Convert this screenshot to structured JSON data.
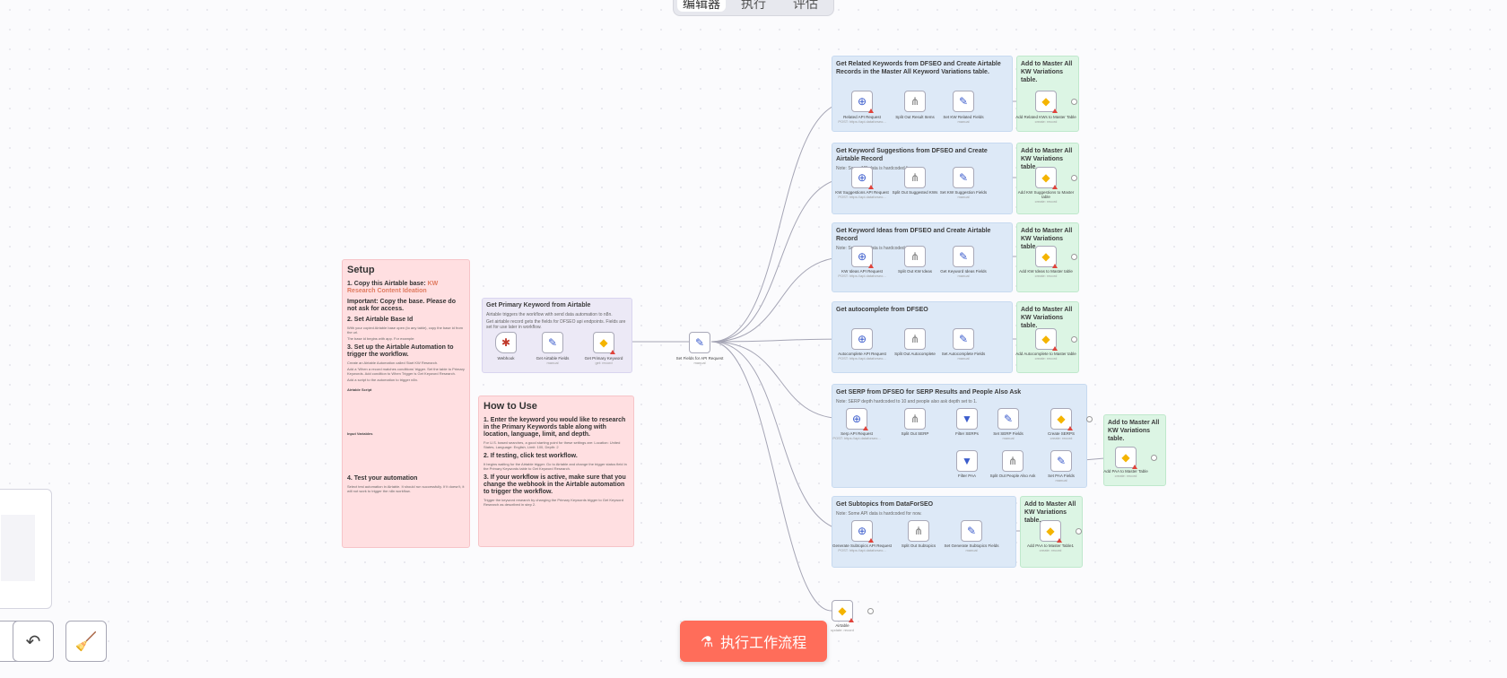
{
  "tabs": [
    {
      "label": "编辑器",
      "active": true
    },
    {
      "label": "执行",
      "active": false
    },
    {
      "label": "评估",
      "active": false
    }
  ],
  "setup_note": {
    "title": "Setup",
    "step1_prefix": "1. Copy this Airtable base:",
    "step1_link": "KW Research Content Ideation",
    "step1_important": "Important: Copy the base. Please do not ask for access.",
    "step2": "2. Set Airtable Base Id",
    "step2_body": "With your copied Airtable base open (to any table), copy the base id from the url.",
    "step2_body2": "The base id begins with app. For example:",
    "step3": "3. Set up the Airtable Automation to trigger the workflow.",
    "step3_body": "Create an Airtable Automation called Start KW Research.",
    "step3_body2": "Add a 'When a record matches conditions' trigger. Set the table to Primary Keywords. Add condition to When Trigger is Get Keyword Research.",
    "step3_body3": "Add a script to the automation to trigger n8n.",
    "script_label": "Airtable Script",
    "input_label": "Input Variables",
    "step4": "4. Test your automation",
    "step4_body": "Select test automation in Airtable. It should run successfully. If it doesn't, it will not work to trigger the n8n workflow."
  },
  "howto_note": {
    "title": "How to Use",
    "step1": "1. Enter the keyword you would like to research in the Primary Keywords table along with location, language, limit, and depth.",
    "step1_body": "For U.S. based searches, a good starting point for these settings are: Location: United States, Language: English, Limit: 100, Depth: 2",
    "step2": "2. If testing, click test workflow.",
    "step2_body": "It begins waiting for the Airtable trigger. Go to Airtable and change the trigger status field in the Primary Keywords table to Get Keyword Research.",
    "step3": "3. If your workflow is active, make sure that you change the webhook in the Airtable automation to trigger the workflow.",
    "step3_body": "Trigger the keyword research by changing the Primary Keywords trigger to Get Keyword Research as described in step 2."
  },
  "primary_group": {
    "title": "Get Primary Keyword from Airtable",
    "note": "Airtable triggers the workflow with send data automation to n8n.",
    "note2": "Get airtable record gets the fields for DFSEO api endpoints. Fields are set for use later in workflow.",
    "nodes": [
      {
        "label": "Webhook",
        "sub": ""
      },
      {
        "label": "Get Airtable Fields",
        "sub": "manual"
      },
      {
        "label": "Get Primary Keyword",
        "sub": "get: record"
      }
    ]
  },
  "set_fields_node": {
    "label": "Set Fields for API Request",
    "sub": "manual"
  },
  "groups": [
    {
      "title": "Get Related Keywords from DFSEO and Create Airtable Records in the Master All Keyword Variations table.",
      "note": "",
      "nodes": [
        {
          "label": "Related API Request",
          "sub": "POST: https://api.dataforseo..."
        },
        {
          "label": "Split Out Result Items",
          "sub": ""
        },
        {
          "label": "Set KW Related Fields",
          "sub": "manual"
        }
      ],
      "master": {
        "title": "Add to Master All KW Variations table.",
        "label": "Add Related KWs to Master Table",
        "sub": "create: record"
      }
    },
    {
      "title": "Get Keyword Suggestions from DFSEO and Create Airtable Record",
      "note": "Note: Some API data is hardcoded for now.",
      "nodes": [
        {
          "label": "KW Suggestions API Request",
          "sub": "POST: https://api.dataforseo..."
        },
        {
          "label": "Split Out Suggested KWs",
          "sub": ""
        },
        {
          "label": "Set KW Suggestion Fields",
          "sub": "manual"
        }
      ],
      "master": {
        "title": "Add to Master All KW Variations table.",
        "label": "Add KW Suggestions to Master table",
        "sub": "create: record"
      }
    },
    {
      "title": "Get Keyword Ideas from DFSEO and Create Airtable Record",
      "note": "Note: Some API data is hardcoded for now.",
      "nodes": [
        {
          "label": "KW Ideas API Request",
          "sub": "POST: https://api.dataforseo..."
        },
        {
          "label": "Split Out KW Ideas",
          "sub": ""
        },
        {
          "label": "Get Keyword Ideas Fields",
          "sub": "manual"
        }
      ],
      "master": {
        "title": "Add to Master All KW Variations table.",
        "label": "Add KW Ideas to Master table",
        "sub": "create: record"
      }
    },
    {
      "title": "Get autocomplete from DFSEO",
      "note": "",
      "nodes": [
        {
          "label": "Autocomplete API Request",
          "sub": "POST: https://api.dataforseo..."
        },
        {
          "label": "Split Out Autocomplete",
          "sub": ""
        },
        {
          "label": "Set Autocomplete Fields",
          "sub": "manual"
        }
      ],
      "master": {
        "title": "Add to Master All KW Variations table.",
        "label": "Add Autocomplete to Master table",
        "sub": "create: record"
      }
    }
  ],
  "serp_group": {
    "title": "Get SERP from DFSEO for SERP Results and People Also Ask",
    "note": "Note: SERP depth hardcoded to 10 and people also ask depth set to 1.",
    "nodes": [
      {
        "label": "Serp API Request",
        "sub": "POST: https://api.dataforseo..."
      },
      {
        "label": "Split Out SERP",
        "sub": ""
      },
      {
        "label": "Filter SERPs",
        "sub": ""
      },
      {
        "label": "Set SERP Fields",
        "sub": "manual"
      },
      {
        "label": "Create SERPS",
        "sub": "create: record"
      },
      {
        "label": "Filter PAA",
        "sub": ""
      },
      {
        "label": "Split Out People Also Ask",
        "sub": ""
      },
      {
        "label": "Set PAA Fields",
        "sub": "manual"
      }
    ],
    "master": {
      "title": "Add to Master All KW Variations table.",
      "label": "Add PAA to Master Table",
      "sub": "create: record"
    }
  },
  "subtopics_group": {
    "title": "Get Subtopics from DataForSEO",
    "note": "Note: Some API data is hardcoded for now.",
    "nodes": [
      {
        "label": "Generate Subtopics API Request",
        "sub": "POST: https://api.dataforseo..."
      },
      {
        "label": "Split Out Subtopics",
        "sub": ""
      },
      {
        "label": "Set Generate Subtopics Fields",
        "sub": "manual"
      }
    ],
    "master": {
      "title": "Add to Master All KW Variations table.",
      "label": "Add PAA to Master Table1",
      "sub": "create: record"
    }
  },
  "bottom_node": {
    "label": "Airtable",
    "sub": "update: record"
  },
  "execute_button": {
    "label": "执行工作流程"
  },
  "icons": {
    "http": "globe-icon",
    "split": "split-icon",
    "set": "pencil-icon",
    "airtable": "airtable-icon",
    "filter": "filter-icon",
    "webhook": "webhook-icon"
  },
  "colors": {
    "accent": "#ff6d5a",
    "http": "#3b5ccc",
    "set": "#3b5ccc"
  }
}
